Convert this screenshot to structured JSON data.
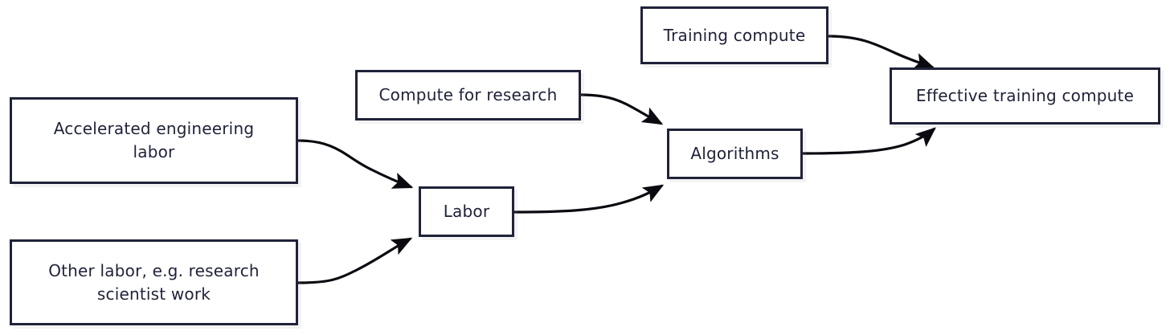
{
  "diagram": {
    "title": "Effective training compute causal flowchart",
    "background_color": "#ffffff",
    "stroke_color": "#1f2238",
    "node_fill_color": "#ffffff",
    "nodes": [
      {
        "id": "accelerated_engineering_labor",
        "label": "Accelerated engineering\nlabor"
      },
      {
        "id": "other_labor",
        "label": "Other labor, e.g. research\nscientist work"
      },
      {
        "id": "compute_for_research",
        "label": "Compute for research"
      },
      {
        "id": "labor",
        "label": "Labor"
      },
      {
        "id": "training_compute",
        "label": "Training compute"
      },
      {
        "id": "algorithms",
        "label": "Algorithms"
      },
      {
        "id": "effective_training_compute",
        "label": "Effective training compute"
      }
    ],
    "edges": [
      {
        "id": "edge-accelerated-to-labor",
        "from": "accelerated_engineering_labor",
        "to": "labor",
        "arrow": true
      },
      {
        "id": "edge-other-to-labor",
        "from": "other_labor",
        "to": "labor",
        "arrow": true
      },
      {
        "id": "edge-compute-to-algorithms",
        "from": "compute_for_research",
        "to": "algorithms",
        "arrow": true
      },
      {
        "id": "edge-labor-to-algorithms",
        "from": "labor",
        "to": "algorithms",
        "arrow": true
      },
      {
        "id": "edge-training-to-effective",
        "from": "training_compute",
        "to": "effective_training_compute",
        "arrow": true
      },
      {
        "id": "edge-algorithms-to-effective",
        "from": "algorithms",
        "to": "effective_training_compute",
        "arrow": true
      }
    ]
  }
}
